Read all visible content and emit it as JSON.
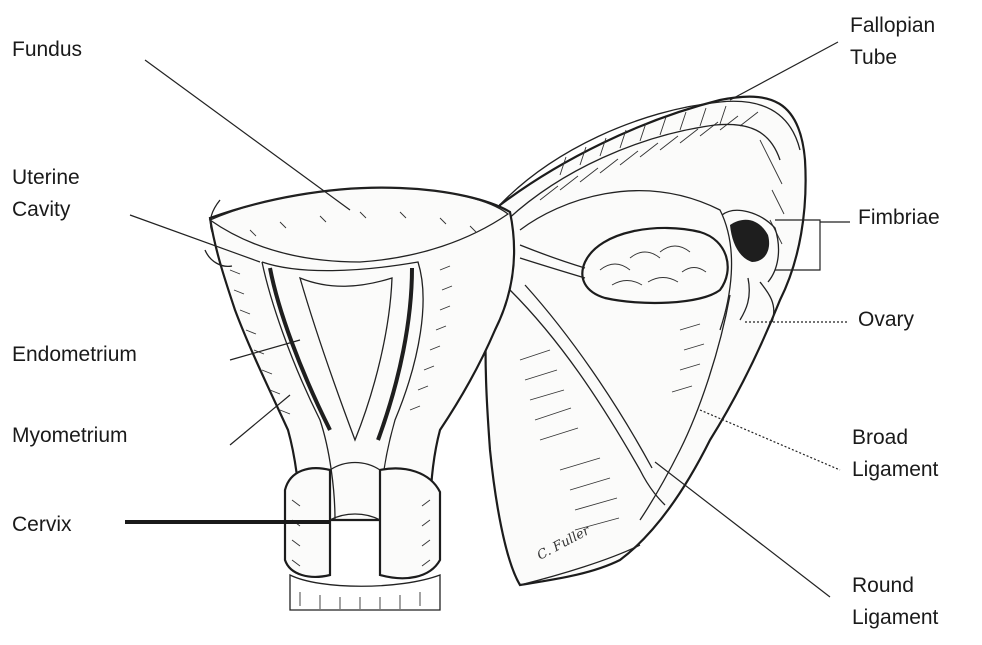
{
  "labels": {
    "fundus": "Fundus",
    "uterine_cavity": [
      "Uterine",
      "Cavity"
    ],
    "endometrium": "Endometrium",
    "myometrium": "Myometrium",
    "cervix": "Cervix",
    "fallopian_tube": [
      "Fallopian",
      "Tube"
    ],
    "fimbriae": "Fimbriae",
    "ovary": "Ovary",
    "broad_ligament": [
      "Broad",
      "Ligament"
    ],
    "round_ligament": [
      "Round",
      "Ligament"
    ]
  },
  "signature": "C. Fuller"
}
